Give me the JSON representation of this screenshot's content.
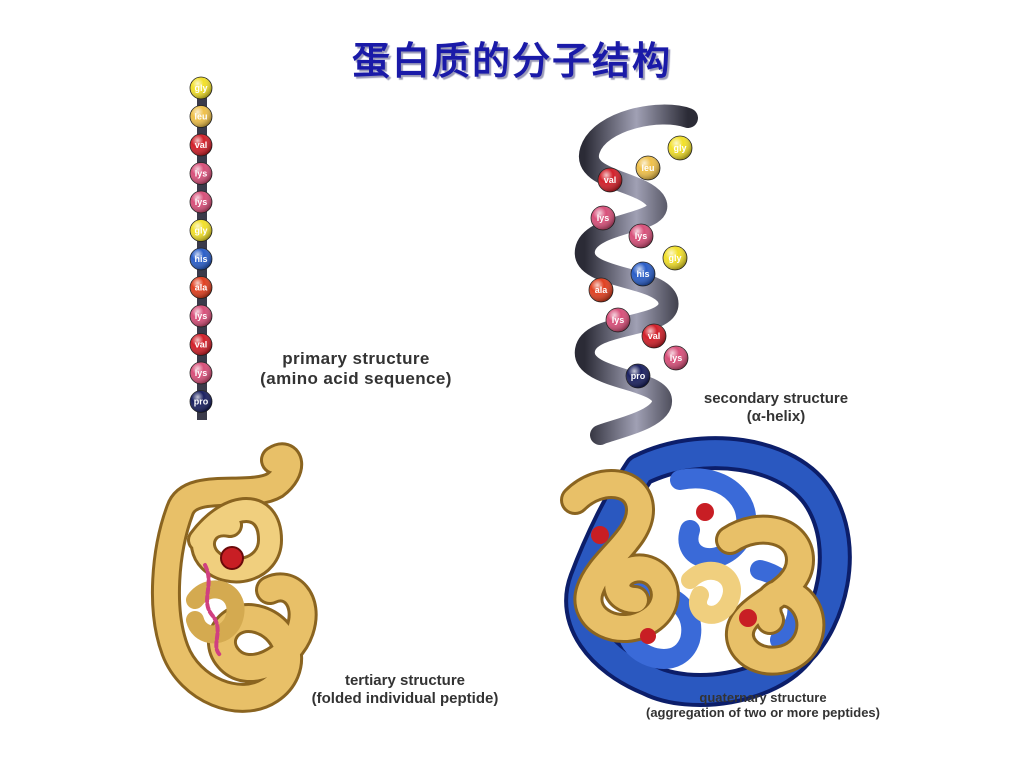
{
  "title": "蛋白质的分子结构",
  "colors": {
    "title": "#1a1aa8",
    "gly": "#f2e02a",
    "leu": "#efc04a",
    "val": "#d2202a",
    "lys": "#d8507a",
    "his": "#2a5ec8",
    "ala": "#e04020",
    "pro": "#1a2060",
    "peptide_gold": "#e8c068",
    "peptide_blue": "#2a58c0"
  },
  "primary": {
    "residues": [
      "gly",
      "leu",
      "val",
      "lys",
      "lys",
      "gly",
      "his",
      "ala",
      "lys",
      "val",
      "lys",
      "pro"
    ],
    "label_line1": "primary structure",
    "label_line2": "(amino acid sequence)"
  },
  "secondary": {
    "residues": [
      "gly",
      "leu",
      "val",
      "lys",
      "lys",
      "gly",
      "his",
      "ala",
      "lys",
      "val",
      "lys",
      "pro"
    ],
    "label_line1": "secondary structure",
    "label_line2": "(α-helix)"
  },
  "tertiary": {
    "label_line1": "tertiary structure",
    "label_line2": "(folded individual peptide)"
  },
  "quaternary": {
    "label_line1": "quaternary structure",
    "label_line2": "(aggregation of two or more peptides)"
  }
}
